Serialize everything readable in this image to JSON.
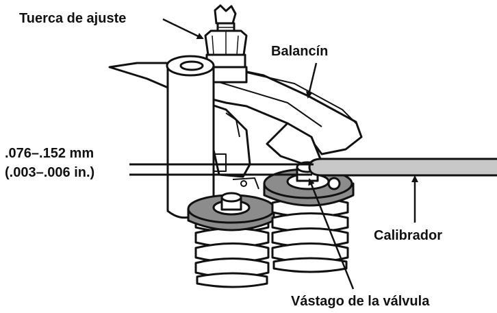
{
  "labels": {
    "adjusting_nut": "Tuerca de ajuste",
    "rocker_arm": "Balancín",
    "clearance_mm": ".076–.152 mm",
    "clearance_in": "(.003–.006 in.)",
    "feeler_gauge": "Calibrador",
    "valve_stem": "Vástago de la válvula"
  },
  "colors": {
    "outline": "#111111",
    "retainer": "#8c8c8c",
    "gauge": "#c8c8c8",
    "part_fill": "#ffffff"
  }
}
